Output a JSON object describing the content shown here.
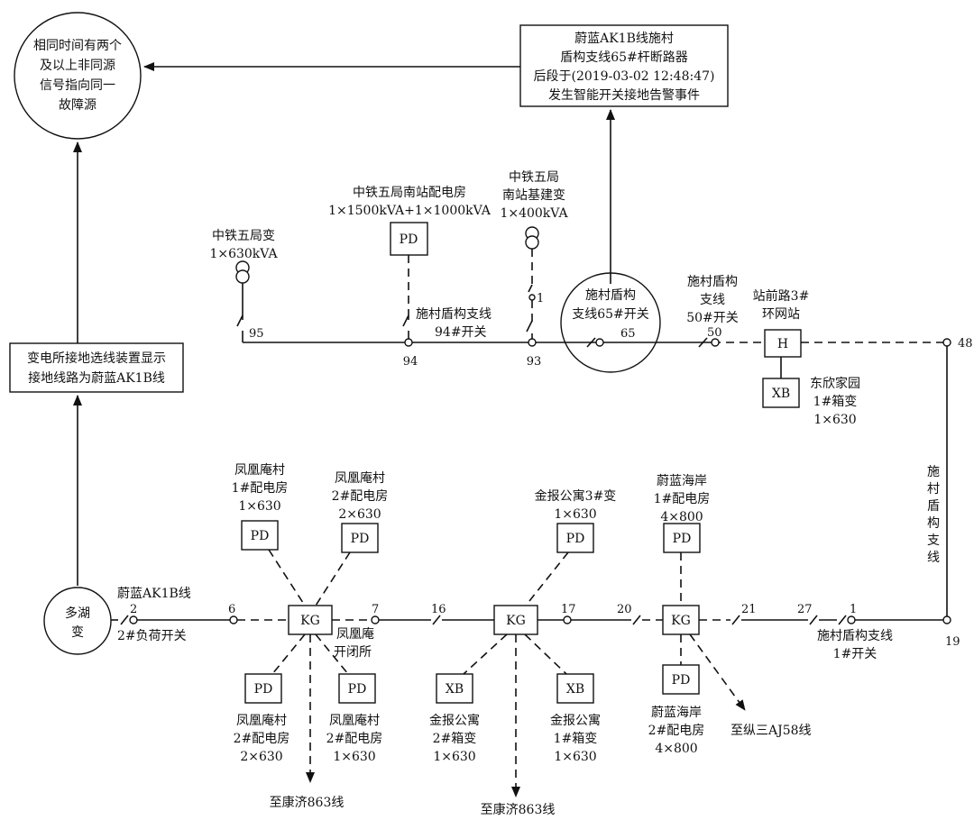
{
  "top_circle": {
    "lines": [
      "相同时间有两个",
      "及以上非同源",
      "信号指向同一",
      "故障源"
    ]
  },
  "alarm_box": {
    "lines": [
      "蔚蓝AK1B线施村",
      "盾构支线65#杆断路器",
      "后段于(2019-03-02  12:48:47)",
      "发生智能开关接地告警事件"
    ]
  },
  "selection_box": {
    "lines": [
      "变电所接地选线装置显示",
      "接地线路为蔚蓝AK1B线"
    ]
  },
  "substation": {
    "lines": [
      "多湖",
      "变"
    ]
  },
  "upper_feeder": {
    "ztj_transformer": {
      "lines": [
        "中铁五局变",
        "1×630kVA"
      ]
    },
    "ztj_south_room": {
      "lines": [
        "中铁五局南站配电房",
        "1×1500kVA+1×1000kVA"
      ],
      "box": "PD"
    },
    "ztj_south_build": {
      "lines": [
        "中铁五局",
        "南站基建变",
        "1×400kVA"
      ]
    },
    "switch_94": {
      "lines": [
        "施村盾构支线",
        "94#开关"
      ]
    },
    "switch_65_circle": {
      "lines": [
        "施村盾构",
        "支线65#开关"
      ]
    },
    "switch_50": {
      "lines": [
        "施村盾构",
        "支线",
        "50#开关"
      ]
    },
    "ring_station": {
      "lines": [
        "站前路3#",
        "环网站"
      ],
      "box": "H"
    },
    "dongxin": {
      "lines": [
        "东欣家园",
        "1#箱变",
        "1×630"
      ],
      "box": "XB"
    },
    "numbers": {
      "n95": "95",
      "n94": "94",
      "n93": "93",
      "n1": "1",
      "n65": "65",
      "n50": "50",
      "n48": "48"
    }
  },
  "right_branch": {
    "label_chars": [
      "施",
      "村",
      "盾",
      "构",
      "支",
      "线"
    ],
    "n19": "19"
  },
  "main_line": {
    "feeder_name": "蔚蓝AK1B线",
    "switch2": "2#负荷开关",
    "fhs_kaibisuo": {
      "lines": [
        "凤凰庵",
        "开闭所"
      ],
      "box": "KG"
    },
    "jinbao_kg": {
      "box": "KG"
    },
    "weilan_kg": {
      "box": "KG"
    },
    "switch_1": {
      "lines": [
        "施村盾构支线",
        "1#开关"
      ]
    },
    "numbers": {
      "n2": "2",
      "n6": "6",
      "n7": "7",
      "n16": "16",
      "n17": "17",
      "n20": "20",
      "n21": "21",
      "n27": "27",
      "n1": "1"
    }
  },
  "loads": {
    "fhs_1": {
      "lines": [
        "凤凰庵村",
        "1#配电房",
        "1×630"
      ],
      "box": "PD"
    },
    "fhs_2_top": {
      "lines": [
        "凤凰庵村",
        "2#配电房",
        "2×630"
      ],
      "box": "PD"
    },
    "fhs_2_bot": {
      "lines": [
        "凤凰庵村",
        "2#配电房",
        "2×630"
      ],
      "box": "PD"
    },
    "fhs_2_bot_b": {
      "lines": [
        "凤凰庵村",
        "2#配电房",
        "1×630"
      ],
      "box": "PD"
    },
    "jinbao_3": {
      "lines": [
        "金报公寓3#变",
        "1×630"
      ],
      "box": "PD"
    },
    "jinbao_2": {
      "lines": [
        "金报公寓",
        "2#箱变",
        "1×630"
      ],
      "box": "XB"
    },
    "jinbao_1": {
      "lines": [
        "金报公寓",
        "1#箱变",
        "1×630"
      ],
      "box": "XB"
    },
    "weilan_1": {
      "lines": [
        "蔚蓝海岸",
        "1#配电房",
        "4×800"
      ],
      "box": "PD"
    },
    "weilan_2": {
      "lines": [
        "蔚蓝海岸",
        "2#配电房",
        "4×800"
      ],
      "box": "PD"
    }
  },
  "outgoing": {
    "kangji_1": "至康济863线",
    "kangji_2": "至康济863线",
    "zongsan": "至纵三AJ58线"
  }
}
